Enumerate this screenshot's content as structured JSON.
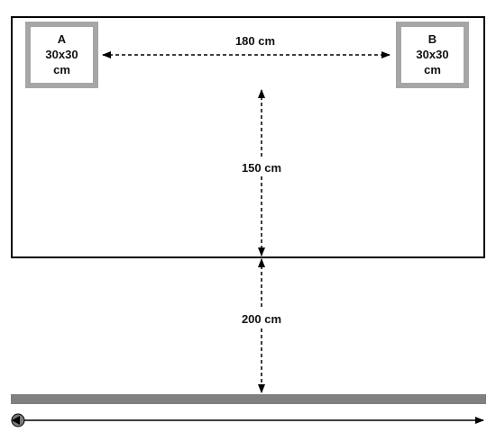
{
  "room": {
    "box_a": {
      "letter": "A",
      "size": "30x30",
      "unit": "cm"
    },
    "box_b": {
      "letter": "B",
      "size": "30x30",
      "unit": "cm"
    }
  },
  "dimensions": {
    "horizontal_a_to_b": "180 cm",
    "vertical_inside_room": "150 cm",
    "vertical_room_to_bar": "200 cm"
  },
  "colors": {
    "frame": "#000000",
    "box_border": "#a6a6a6",
    "bar": "#808080",
    "arrow": "#000000"
  }
}
